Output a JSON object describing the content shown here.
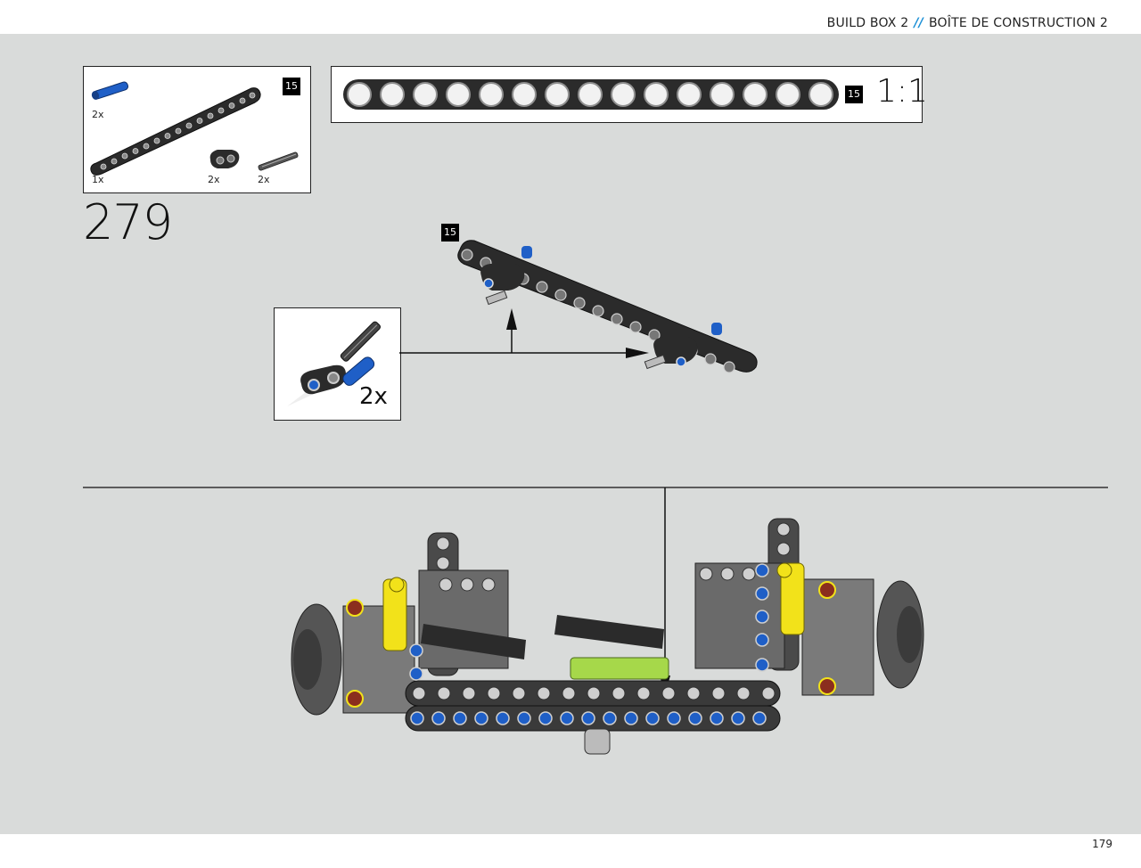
{
  "header": {
    "title_en": "BUILD BOX 2",
    "separator": "//",
    "title_fr": "BOÎTE DE CONSTRUCTION 2"
  },
  "parts_list": {
    "badge": "15",
    "items": [
      {
        "name": "blue-axle-pin",
        "qty": "2x"
      },
      {
        "name": "beam-15",
        "qty": "1x"
      },
      {
        "name": "beam-2-black",
        "qty": "2x"
      },
      {
        "name": "axle-pin-grey",
        "qty": "2x"
      }
    ]
  },
  "scale_ref": {
    "badge": "15",
    "scale": "1:1"
  },
  "step": {
    "number": "279"
  },
  "assembly": {
    "beam_badge": "15",
    "subassembly_qty": "2x"
  },
  "footer": {
    "page_number": "179"
  },
  "colors": {
    "background": "#d9dbda",
    "accent": "#1a8fd6",
    "part_blue": "#1f5fc7",
    "part_yellow": "#f2e21a",
    "part_black": "#2b2b2b"
  }
}
